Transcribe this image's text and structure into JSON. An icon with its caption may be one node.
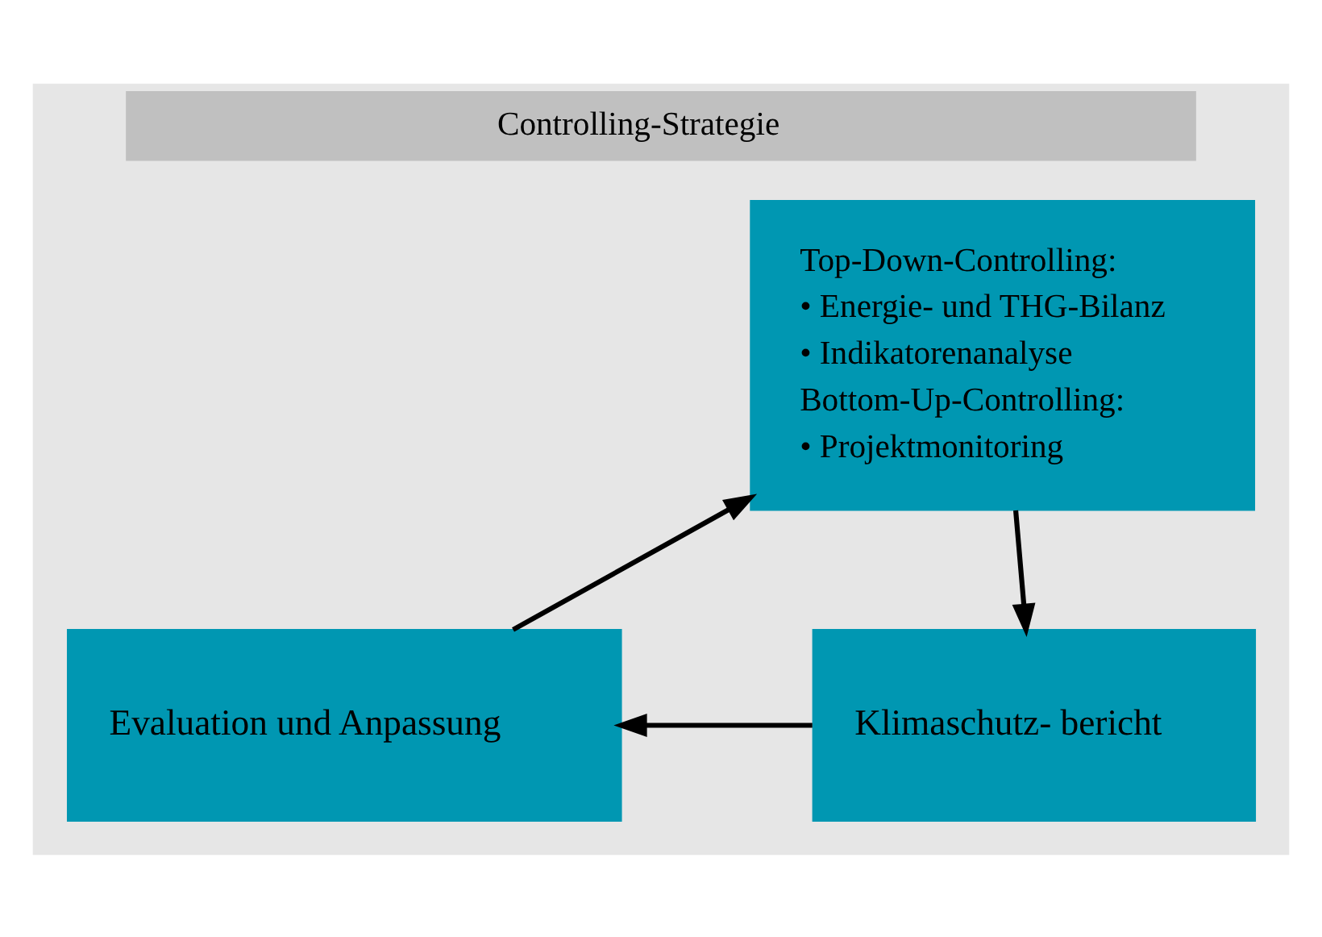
{
  "diagram": {
    "nodes": [
      {
        "text": [
          "Controlling-Strategie"
        ]
      },
      {
        "text": [
          "Top-Down-Controlling:",
          "• Energie- und THG-Bilanz",
          "• Indikatorenanalyse",
          "Bottom-Up-Controlling:",
          "• Projektmonitoring"
        ],
        "in": 0
      },
      {
        "text": [
          "Klimaschutz- bericht"
        ],
        "in": 0
      },
      {
        "text": [
          "Evaluation und Anpassung"
        ],
        "in": 0
      }
    ],
    "edges": [
      {
        "from": 1,
        "to": 2,
        "arrow": "to"
      },
      {
        "from": 2,
        "to": 3,
        "arrow": "to"
      },
      {
        "from": 3,
        "to": 1,
        "arrow": "to"
      }
    ]
  }
}
